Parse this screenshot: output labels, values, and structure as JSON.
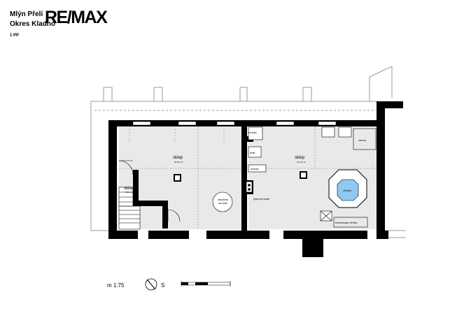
{
  "header": {
    "title_line1": "Mlýn Přelí",
    "title_line2": "Okres Kladno",
    "floor": "1 PP",
    "logo": "RE/MAX"
  },
  "rooms": {
    "left_cellar": {
      "name": "sklep",
      "area": "46,59 m2"
    },
    "right_cellar": {
      "name": "sklep",
      "area": "47,23 m2"
    },
    "storage": {
      "name": "sklad",
      "area": "3,51 m2"
    },
    "pantry": "zrnidlo",
    "boiler_small": "kotel",
    "laundry": "udírna",
    "water_tank": "zásobník\nna vodu",
    "gas_boiler": "plynový kotel",
    "sauna": "sauna",
    "pool": "vířivka",
    "tech_room": "technologie vířivka"
  },
  "legend": {
    "scale": "m 1:75",
    "north": "S"
  },
  "colors": {
    "wall": "#000000",
    "floor": "#e9e9e9",
    "pool": "#8fc8f0",
    "outline": "#9a9a9a"
  }
}
